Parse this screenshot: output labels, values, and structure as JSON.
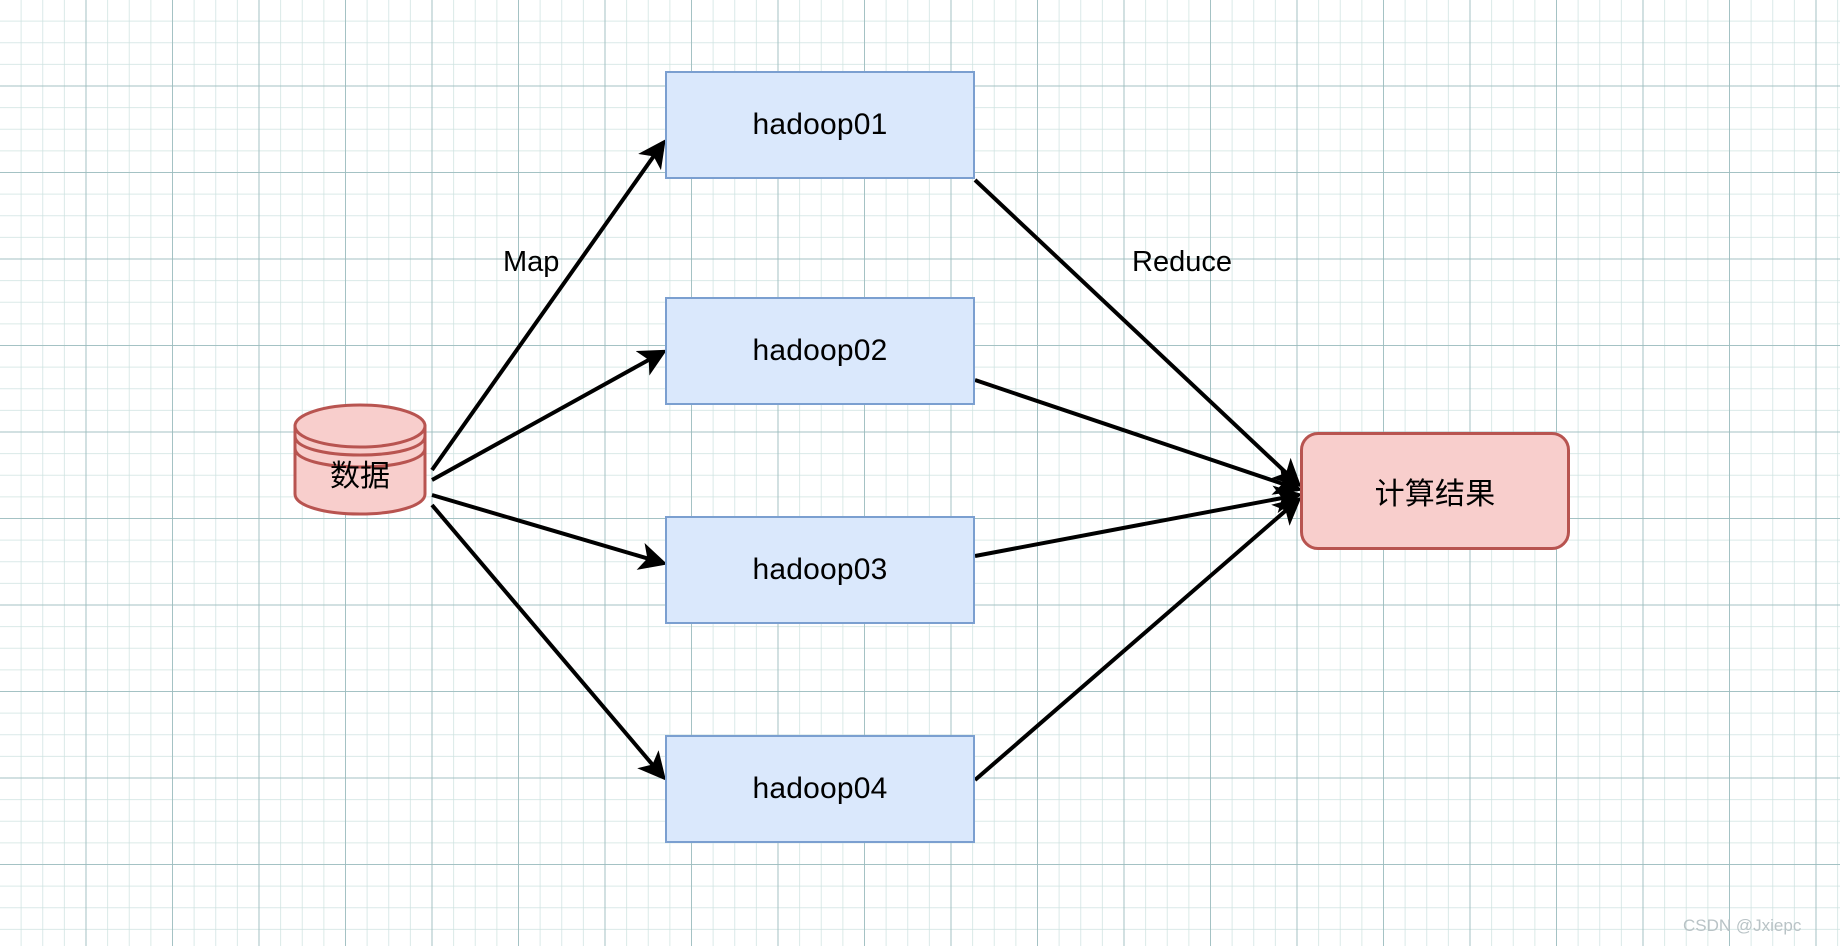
{
  "diagram": {
    "title": "MapReduce data flow",
    "background": {
      "type": "graph-paper-grid",
      "minor_color": "#cde2e0",
      "major_color": "#9bbbbd",
      "page_color": "#ffffff"
    },
    "source_node": {
      "id": "data-source",
      "label": "数据",
      "shape": "cylinder",
      "fill": "#f8cecc",
      "stroke": "#b85450"
    },
    "process_nodes": [
      {
        "id": "hadoop01",
        "label": "hadoop01",
        "shape": "rectangle",
        "fill": "#dae8fc",
        "stroke": "#7b9fd0"
      },
      {
        "id": "hadoop02",
        "label": "hadoop02",
        "shape": "rectangle",
        "fill": "#dae8fc",
        "stroke": "#7b9fd0"
      },
      {
        "id": "hadoop03",
        "label": "hadoop03",
        "shape": "rectangle",
        "fill": "#dae8fc",
        "stroke": "#7b9fd0"
      },
      {
        "id": "hadoop04",
        "label": "hadoop04",
        "shape": "rectangle",
        "fill": "#dae8fc",
        "stroke": "#7b9fd0"
      }
    ],
    "result_node": {
      "id": "result",
      "label": "计算结果",
      "shape": "rounded-rectangle",
      "fill": "#f8cecc",
      "stroke": "#b85450"
    },
    "edge_labels": {
      "map": "Map",
      "reduce": "Reduce"
    },
    "edge_color": "#000000"
  },
  "watermark": {
    "text": "CSDN @Jxiepc",
    "color": "#b9c3c6"
  }
}
